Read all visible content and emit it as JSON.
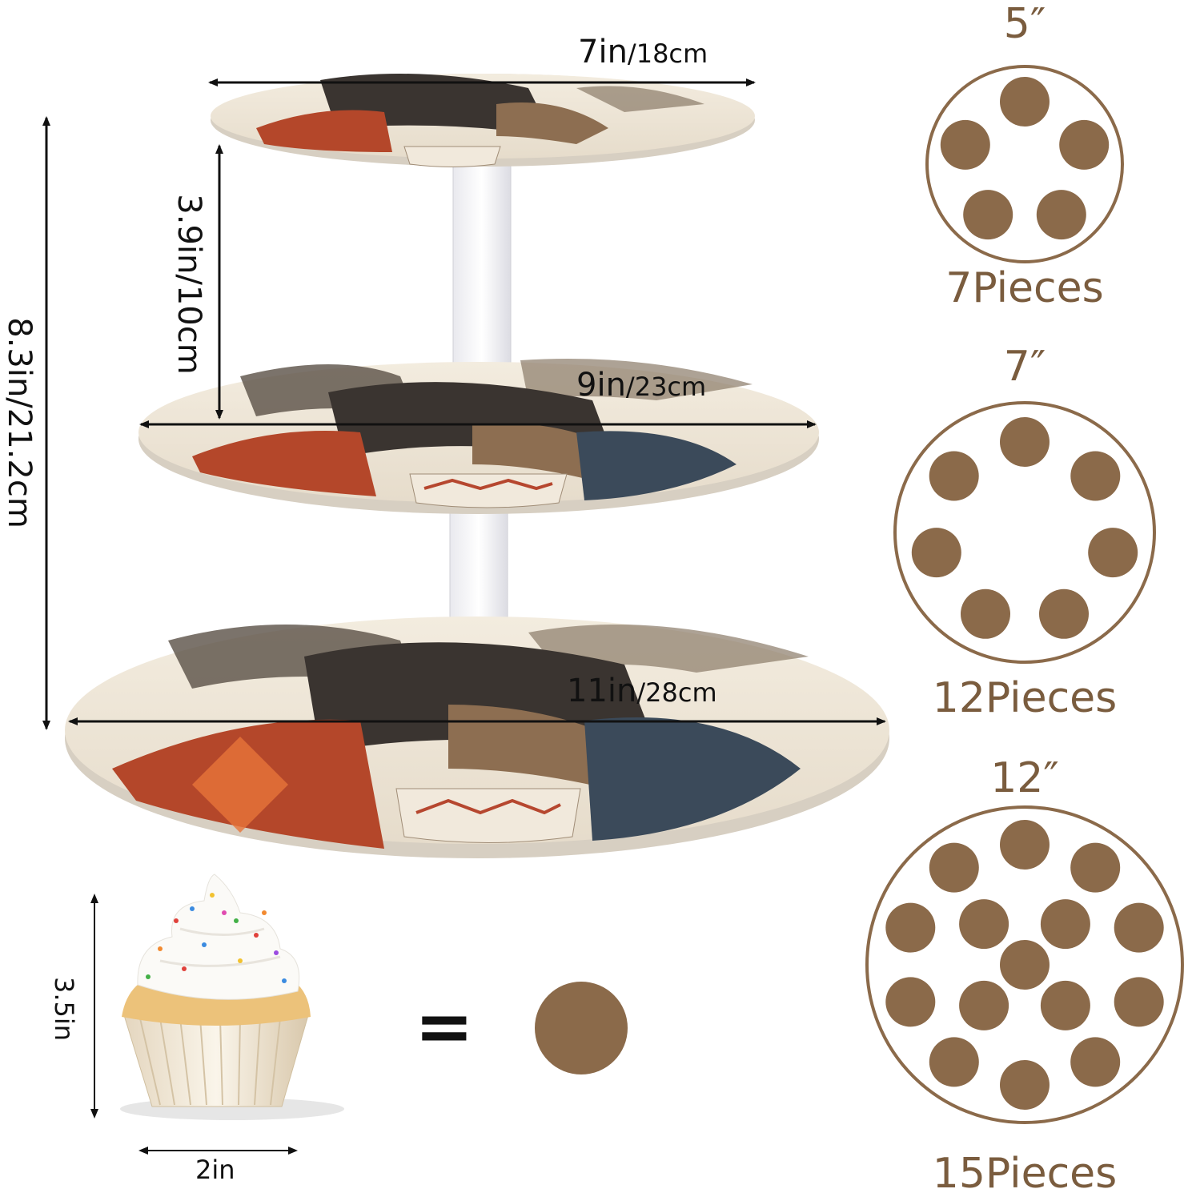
{
  "stand": {
    "top_width": {
      "main": "7in",
      "sub": "/18cm"
    },
    "middle_width": {
      "main": "9in",
      "sub": "/23cm"
    },
    "bottom_width": {
      "main": "11in",
      "sub": "/28cm"
    },
    "tier_gap": "3.9in/10cm",
    "total_height": "8.3in/21.2cm"
  },
  "cupcake": {
    "height": "3.5in",
    "width": "2in",
    "equals": "="
  },
  "capacity": [
    {
      "size": "5″",
      "pieces": "7Pieces",
      "count": 7
    },
    {
      "size": "7″",
      "pieces": "12Pieces",
      "count": 12
    },
    {
      "size": "12″",
      "pieces": "15Pieces",
      "count": 15
    }
  ],
  "colors": {
    "brown": "#8b6a4a",
    "brown_text": "#7a5c3e",
    "arrow": "#111111"
  }
}
